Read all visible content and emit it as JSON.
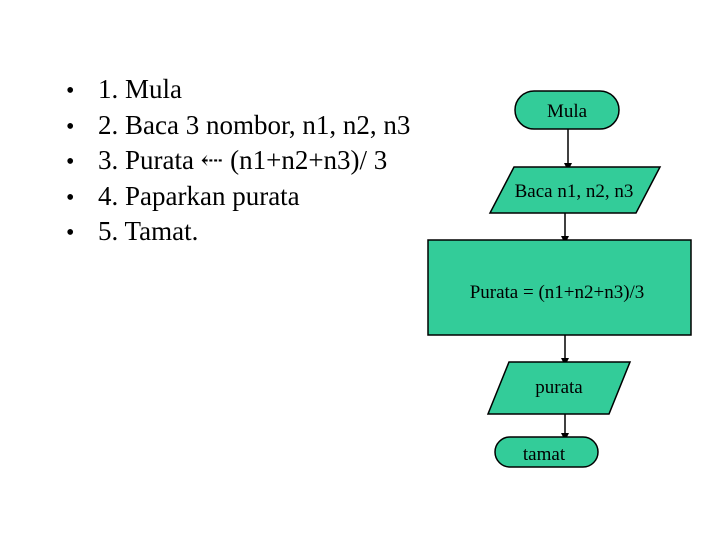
{
  "steps": [
    {
      "bullet": "•",
      "text": "1. Mula"
    },
    {
      "bullet": "•",
      "text": "2. Baca 3 nombor, n1, n2, n3"
    },
    {
      "bullet": "•",
      "text": "3.   Purata ⇠ (n1+n2+n3)/ 3"
    },
    {
      "bullet": "•",
      "text": "4. Paparkan purata"
    },
    {
      "bullet": "•",
      "text": "5. Tamat."
    }
  ],
  "flowchart": {
    "start_label": "Mula",
    "input_label": "Baca n1, n2, n3",
    "process_label": "Purata = (n1+n2+n3)/3",
    "output_label": "purata",
    "end_label": "tamat"
  },
  "colors": {
    "shape_fill": "#33cc99",
    "shape_stroke": "#000000",
    "background": "#ffffff"
  }
}
